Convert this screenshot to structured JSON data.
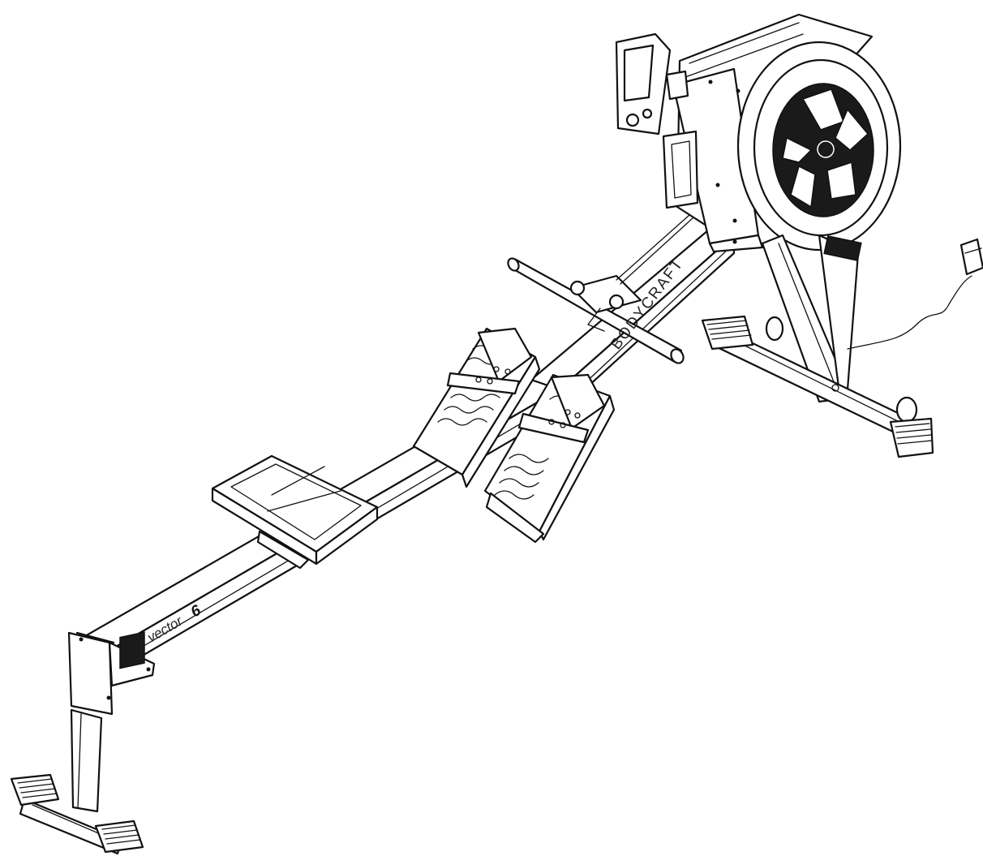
{
  "labels": {
    "brand": "BODYCRAFT",
    "model_word": "vector",
    "model_number": "6"
  },
  "colors": {
    "line": "#111111",
    "background": "#ffffff",
    "dark_fill": "#1a1a1a"
  }
}
